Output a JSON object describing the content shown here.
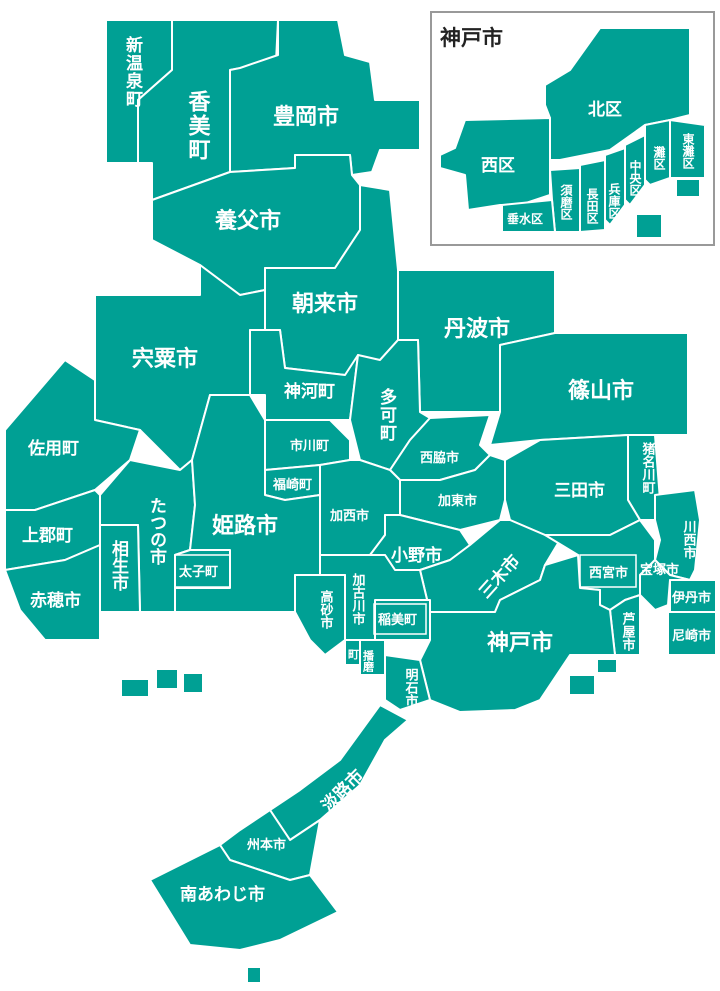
{
  "colors": {
    "region": "#00a094",
    "border": "#ffffff",
    "background": "#ffffff",
    "inset_frame": "#999999",
    "inset_title": "#222222"
  },
  "municipalities": {
    "shinonsen": "新温泉町",
    "kami": "香美町",
    "toyooka": "豊岡市",
    "yabu": "養父市",
    "asago": "朝来市",
    "tamba": "丹波市",
    "shiso": "宍粟市",
    "sasayama": "篠山市",
    "kamikawa": "神河町",
    "taka": "多可町",
    "sayo": "佐用町",
    "ichikawa": "市川町",
    "nishiwaki": "西脇市",
    "inagawa": "猪名川町",
    "fukusaki": "福崎町",
    "kato": "加東市",
    "sanda": "三田市",
    "kamigori": "上郡町",
    "tatsuno": "たつの市",
    "himeji": "姫路市",
    "kasai": "加西市",
    "kawanishi": "川西市",
    "aioi": "相生市",
    "ono": "小野市",
    "miki": "三木市",
    "ako": "赤穂市",
    "taishi": "太子町",
    "nishinomiya": "西宮市",
    "takarazuka": "宝塚市",
    "itami": "伊丹市",
    "kakogawa": "加古川市",
    "takasago": "高砂市",
    "inami": "稲美町",
    "ashiya": "芦屋市",
    "amagasaki": "尼崎市",
    "kobe": "神戸市",
    "harima": "播磨",
    "harima_cho": "町",
    "akashi": "明石市",
    "awaji": "淡路市",
    "sumoto": "州本市",
    "minamiawaji": "南あわじ市"
  },
  "inset": {
    "title": "神戸市",
    "wards": {
      "kita": "北区",
      "nishi": "西区",
      "higashinada": "東灘区",
      "nada": "灘区",
      "chuo": "中央区",
      "hyogo": "兵庫区",
      "nagata": "長田区",
      "suma": "須磨区",
      "tarumi": "垂水区"
    }
  }
}
